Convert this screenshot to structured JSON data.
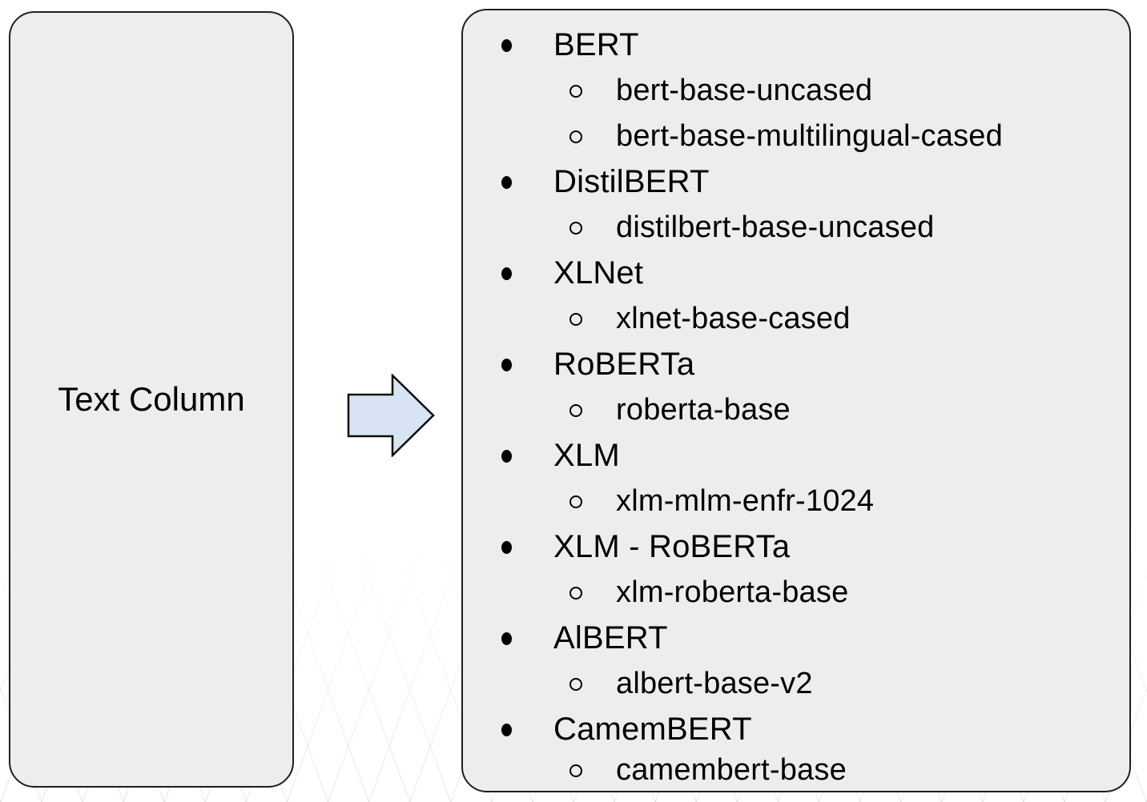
{
  "diagram": {
    "source": {
      "label": "Text Column"
    },
    "arrow": {
      "direction": "right"
    },
    "models": [
      {
        "name": "BERT",
        "checkpoints": [
          "bert-base-uncased",
          "bert-base-multilingual-cased"
        ]
      },
      {
        "name": "DistilBERT",
        "checkpoints": [
          "distilbert-base-uncased"
        ]
      },
      {
        "name": "XLNet",
        "checkpoints": [
          "xlnet-base-cased"
        ]
      },
      {
        "name": "RoBERTa",
        "checkpoints": [
          "roberta-base"
        ]
      },
      {
        "name": "XLM",
        "checkpoints": [
          "xlm-mlm-enfr-1024"
        ]
      },
      {
        "name": "XLM - RoBERTa",
        "checkpoints": [
          "xlm-roberta-base"
        ]
      },
      {
        "name": "AlBERT",
        "checkpoints": [
          "albert-base-v2"
        ]
      },
      {
        "name": "CamemBERT",
        "checkpoints": [
          "camembert-base"
        ]
      }
    ]
  },
  "colors": {
    "background": "#ffffff",
    "box_fill": "#ededed",
    "box_border": "#1f1f1f",
    "arrow_fill": "#d8e3f3",
    "arrow_border": "#0d0d0d",
    "text": "#000000"
  }
}
